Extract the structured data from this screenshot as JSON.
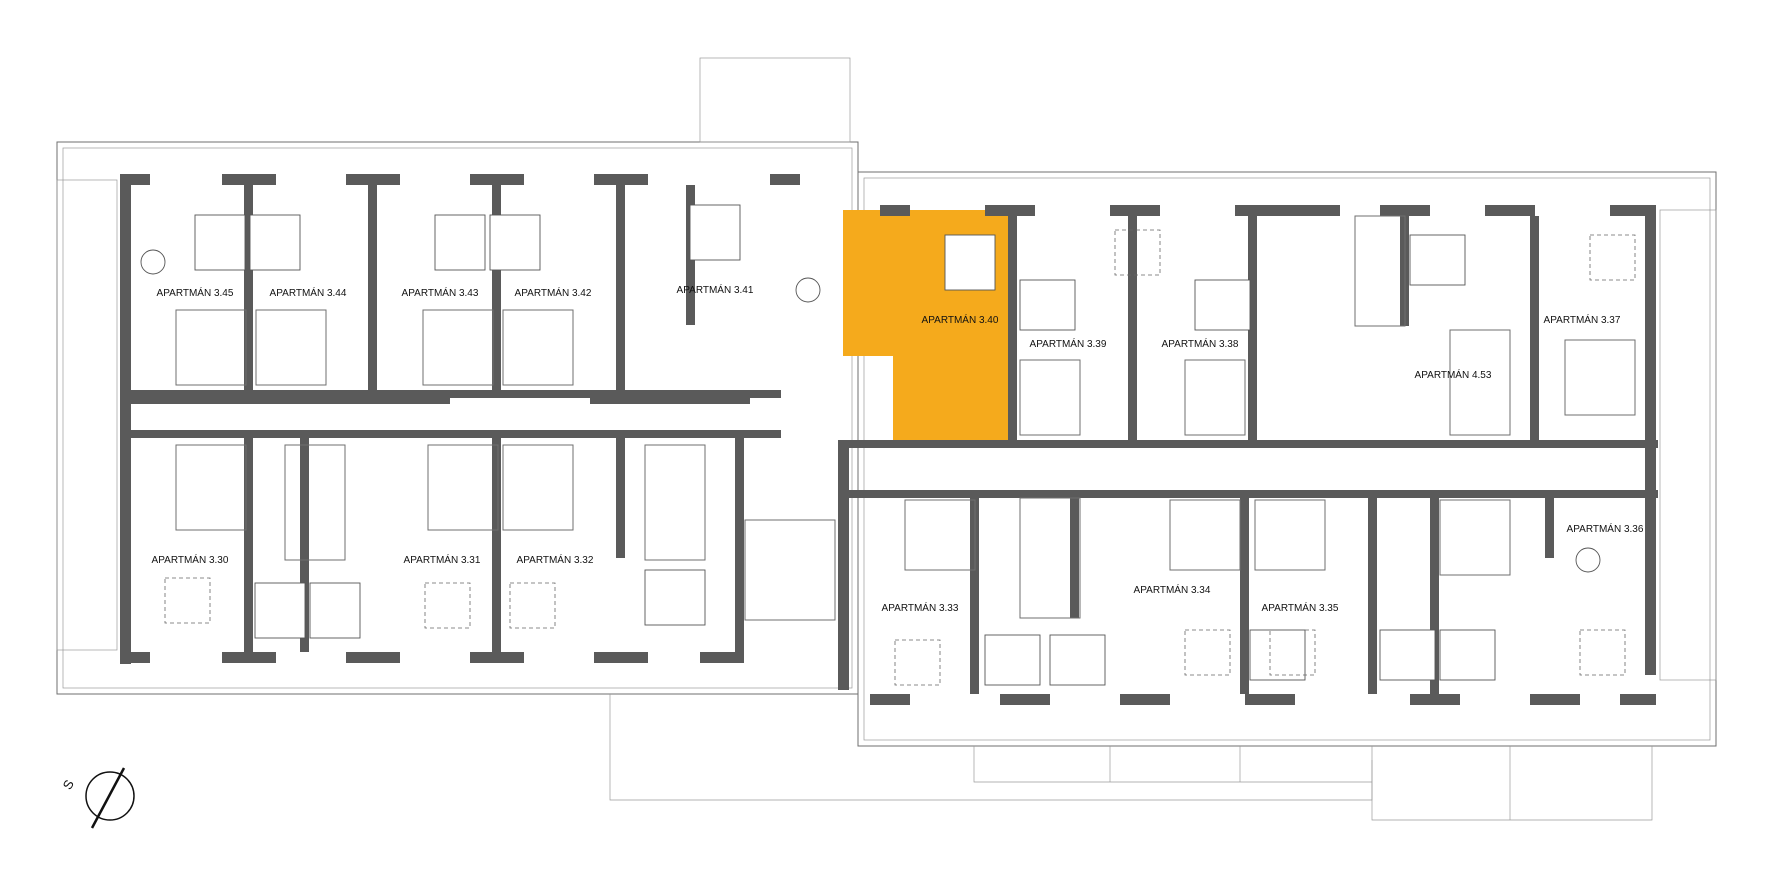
{
  "plan": {
    "north_label": "S",
    "highlight_color": "#F5AA1C",
    "wall_color": "#5a5a5a",
    "apartments": [
      {
        "id": "3.45",
        "label": "APARTMÁN 3.45",
        "highlighted": false
      },
      {
        "id": "3.44",
        "label": "APARTMÁN 3.44",
        "highlighted": false
      },
      {
        "id": "3.43",
        "label": "APARTMÁN 3.43",
        "highlighted": false
      },
      {
        "id": "3.42",
        "label": "APARTMÁN 3.42",
        "highlighted": false
      },
      {
        "id": "3.41",
        "label": "APARTMÁN 3.41",
        "highlighted": false
      },
      {
        "id": "3.40",
        "label": "APARTMÁN 3.40",
        "highlighted": true
      },
      {
        "id": "3.39",
        "label": "APARTMÁN 3.39",
        "highlighted": false
      },
      {
        "id": "3.38",
        "label": "APARTMÁN 3.38",
        "highlighted": false
      },
      {
        "id": "4.53",
        "label": "APARTMÁN 4.53",
        "highlighted": false
      },
      {
        "id": "3.37",
        "label": "APARTMÁN 3.37",
        "highlighted": false
      },
      {
        "id": "3.30",
        "label": "APARTMÁN 3.30",
        "highlighted": false
      },
      {
        "id": "3.31",
        "label": "APARTMÁN 3.31",
        "highlighted": false
      },
      {
        "id": "3.32",
        "label": "APARTMÁN 3.32",
        "highlighted": false
      },
      {
        "id": "3.33",
        "label": "APARTMÁN 3.33",
        "highlighted": false
      },
      {
        "id": "3.34",
        "label": "APARTMÁN 3.34",
        "highlighted": false
      },
      {
        "id": "3.35",
        "label": "APARTMÁN 3.35",
        "highlighted": false
      },
      {
        "id": "3.36",
        "label": "APARTMÁN 3.36",
        "highlighted": false
      }
    ]
  }
}
